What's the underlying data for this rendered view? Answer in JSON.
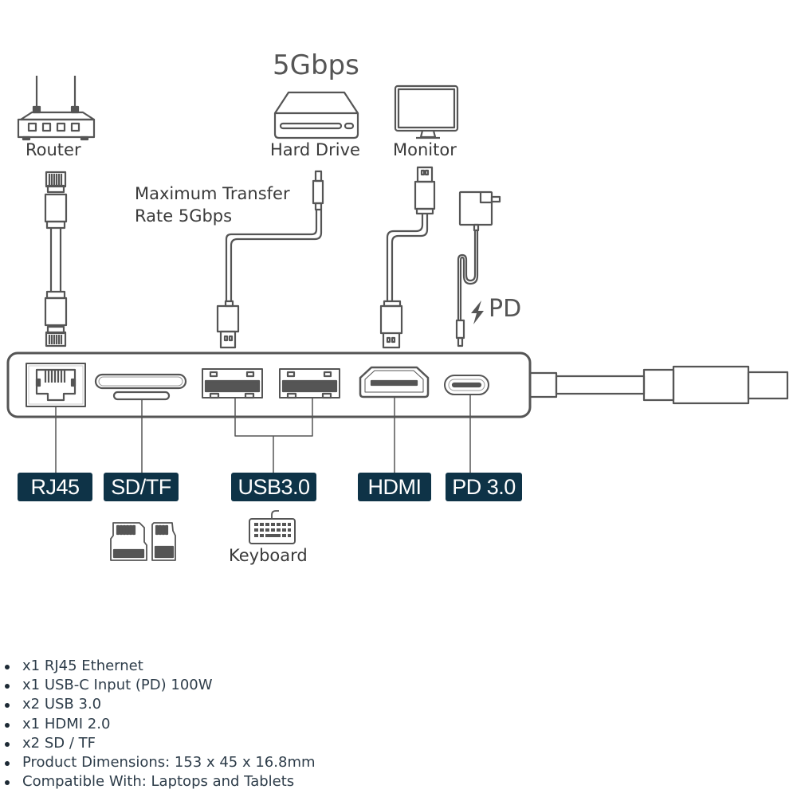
{
  "top": {
    "speed_heading": "5Gbps",
    "devices": [
      {
        "name": "Router",
        "icon": "router-icon"
      },
      {
        "name": "Hard Drive",
        "icon": "hard-drive-icon"
      },
      {
        "name": "Monitor",
        "icon": "monitor-icon"
      }
    ],
    "transfer_note_line1": "Maximum Transfer",
    "transfer_note_line2": "Rate 5Gbps",
    "power_label": "PD"
  },
  "ports": [
    {
      "label": "RJ45",
      "icon": "ethernet-port-icon"
    },
    {
      "label": "SD/TF",
      "icon": "card-slot-icon"
    },
    {
      "label": "USB3.0",
      "icon": "usb-a-port-icon"
    },
    {
      "label": "HDMI",
      "icon": "hdmi-port-icon"
    },
    {
      "label": "PD 3.0",
      "icon": "usb-c-port-icon"
    }
  ],
  "accessories": {
    "cards_icon": "sd-tf-card-icon",
    "keyboard_label": "Keyboard"
  },
  "features": [
    "x1 RJ45 Ethernet",
    "x1 USB-C Input (PD) 100W",
    "x2 USB 3.0",
    "x1 HDMI 2.0",
    "x2 SD / TF",
    "Product Dimensions: 153 x 45 x 16.8mm",
    "Compatible With: Laptops and Tablets"
  ],
  "colors": {
    "label_bg": "#0e3347",
    "line": "#555555",
    "text": "#2e3d4a"
  }
}
